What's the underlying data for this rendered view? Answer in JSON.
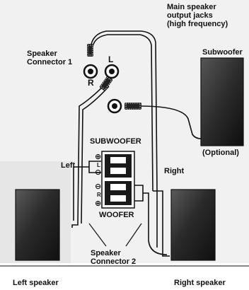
{
  "diagram": {
    "labels": {
      "main_jacks_line1": "Main speaker",
      "main_jacks_line2": "output jacks",
      "main_jacks_line3": "(high frequency)",
      "connector1_line1": "Speaker",
      "connector1_line2": "Connector 1",
      "jack_left": "L",
      "jack_right": "R",
      "subwoofer_title": "Subwoofer",
      "optional": "(Optional)",
      "subwoofer_terminal": "SUBWOOFER",
      "woofer_terminal": "WOOFER",
      "left_wire": "Left",
      "right_wire": "Right",
      "connector2_line1": "Speaker",
      "connector2_line2": "Connector 2",
      "left_speaker": "Left speaker",
      "right_speaker": "Right speaker",
      "term_plus": "⊕",
      "term_minus": "⊖",
      "term_L": "L",
      "term_R": "R"
    },
    "colors": {
      "ink": "#111111",
      "speaker_dark": "#1e1e1e",
      "speaker_mid": "#444444",
      "panel_shadow": "#e2e2e2",
      "terminal_body": "#1a1a1a"
    }
  }
}
